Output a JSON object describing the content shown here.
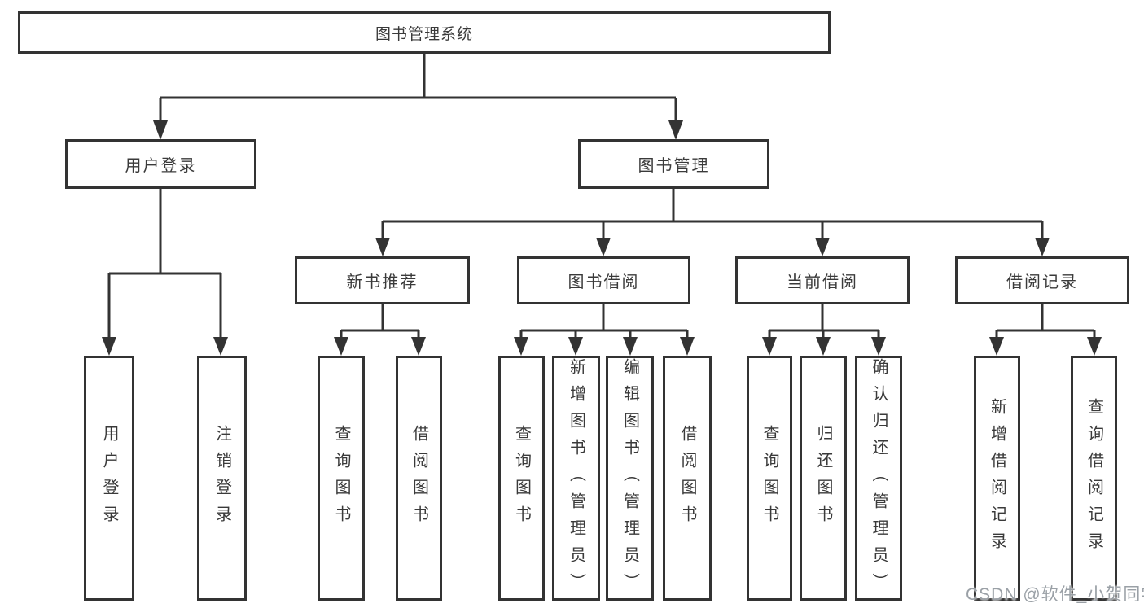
{
  "diagram": {
    "root": {
      "label": "图书管理系统"
    },
    "level2": [
      {
        "id": "user-login",
        "label": "用户登录"
      },
      {
        "id": "book-management",
        "label": "图书管理"
      }
    ],
    "level3": [
      {
        "id": "new-book-recommend",
        "label": "新书推荐",
        "parent": "book-management"
      },
      {
        "id": "book-borrow",
        "label": "图书借阅",
        "parent": "book-management"
      },
      {
        "id": "current-borrow",
        "label": "当前借阅",
        "parent": "book-management"
      },
      {
        "id": "borrow-records",
        "label": "借阅记录",
        "parent": "book-management"
      }
    ],
    "leaves": [
      {
        "parent": "user-login",
        "label": "用户登录"
      },
      {
        "parent": "user-login",
        "label": "注销登录"
      },
      {
        "parent": "new-book-recommend",
        "label": "查询图书"
      },
      {
        "parent": "new-book-recommend",
        "label": "借阅图书"
      },
      {
        "parent": "book-borrow",
        "label": "查询图书"
      },
      {
        "parent": "book-borrow",
        "label": "新增图书（管理员）"
      },
      {
        "parent": "book-borrow",
        "label": "编辑图书（管理员）"
      },
      {
        "parent": "book-borrow",
        "label": "借阅图书"
      },
      {
        "parent": "current-borrow",
        "label": "查询图书"
      },
      {
        "parent": "current-borrow",
        "label": "归还图书"
      },
      {
        "parent": "current-borrow",
        "label": "确认归还（管理员）"
      },
      {
        "parent": "borrow-records",
        "label": "新增借阅记录"
      },
      {
        "parent": "borrow-records",
        "label": "查询借阅记录"
      }
    ]
  },
  "watermark": "CSDN @软件_小贺同学",
  "colors": {
    "line": "#333333",
    "text": "#3a3a3a",
    "background": "#ffffff",
    "watermark": "#9aa0a6"
  }
}
